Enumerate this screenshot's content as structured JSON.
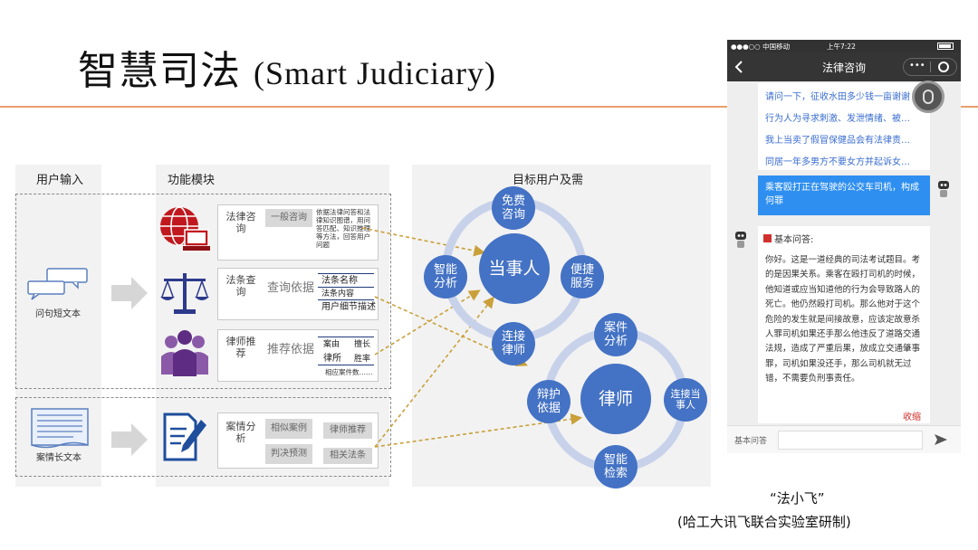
{
  "title": {
    "cn": "智慧司法",
    "en": "(Smart Judiciary)"
  },
  "columns": {
    "input": "用户输入",
    "modules": "功能模块",
    "targets": "目标用户及需"
  },
  "inputs": {
    "short_text": "问句短文本",
    "long_text": "案情长文本"
  },
  "modules": {
    "consult": {
      "name": "法律咨询",
      "button": "一般咨询",
      "desc": "依据法律问答和法律知识图谱，用问答匹配、知识推理等方法，回答用户问题"
    },
    "statute": {
      "name": "法条查询",
      "tag": "查询依据",
      "items": [
        "法条名称",
        "法条内容",
        "用户细节描述"
      ]
    },
    "lawyer": {
      "name": "律师推荐",
      "tag": "推荐依据",
      "items": [
        "案由",
        "擅长",
        "律所",
        "胜率",
        "相应案件数……"
      ]
    },
    "case": {
      "name": "案情分析",
      "buttons": [
        "相似案例",
        "判决预测",
        "律师推荐",
        "相关法条"
      ]
    }
  },
  "targets": {
    "party": {
      "center": "当事人",
      "nodes": [
        "免费咨询",
        "智能分析",
        "便捷服务",
        "连接律师"
      ]
    },
    "lawyer": {
      "center": "律师",
      "nodes": [
        "案件分析",
        "辩护依据",
        "连接当事人",
        "智能检索"
      ]
    }
  },
  "phone": {
    "status": {
      "carrier": "●●●○○ 中国移动",
      "time": "上午7:22"
    },
    "title": "法律咨询",
    "menu_dots": "•••",
    "questions": [
      "请问一下，征收水田多少钱一亩谢谢",
      "行为人为寻求刺激、发泄情绪、被…",
      "我上当卖了假冒保健品会有法律责…",
      "同居一年多男方不要女方并起诉女…"
    ],
    "user_message": "乘客殴打正在驾驶的公交车司机，构成何罪",
    "answer_header": "基本问答:",
    "answer": "你好。这是一道经典的司法考试题目。考的是因果关系。乘客在殴打司机的时候，他知道或应当知道他的行为会导致路人的死亡。他仍然殴打司机。那么他对于这个危险的发生就是间接故意，应该定故意杀人罪司机如果还手那么他违反了道路交通法规，造成了严重后果，放成立交通肇事罪，司机如果没还手，那么司机就无过错，不需要负刑事责任。",
    "collapse": "收缩",
    "input_placeholder": "基本问答"
  },
  "caption": {
    "name": "“法小飞”",
    "org": "(哈工大讯飞联合实验室研制)"
  },
  "colors": {
    "accent": "#4472c4",
    "ring": "#c7d2ea",
    "arrow": "#c9a03a",
    "rule": "#e8a06c",
    "phone_blue": "#2f8ff0"
  }
}
